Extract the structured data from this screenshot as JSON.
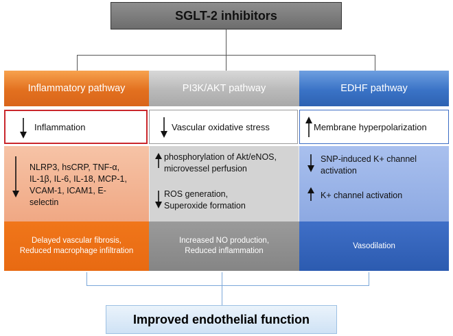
{
  "title": "SGLT-2 inhibitors",
  "pathways": [
    {
      "name": "Inflammatory pathway",
      "effect": "Inflammation",
      "effect_dir": "down",
      "markers": [
        "NLRP3, hsCRP, TNF-α,",
        "IL-1β, IL-6, IL-18, MCP-1,",
        "VCAM-1, ICAM1, E-",
        "selectin"
      ],
      "markers_dir": "down",
      "outcome": [
        "Delayed vascular fibrosis,",
        "Reduced macrophage infiltration"
      ]
    },
    {
      "name": "PI3K/AKT pathway",
      "effect": "Vascular oxidative stress",
      "effect_dir": "down",
      "item1": [
        "phosphorylation of Akt/eNOS,",
        "microvessel perfusion"
      ],
      "item1_dir": "up",
      "item2": [
        "ROS generation,",
        "Superoxide formation"
      ],
      "item2_dir": "down",
      "outcome": [
        "Increased NO production,",
        "Reduced inflammation"
      ]
    },
    {
      "name": "EDHF pathway",
      "effect": "Membrane hyperpolarization",
      "effect_dir": "up",
      "item1": [
        "SNP-induced K+ channel",
        "activation"
      ],
      "item1_dir": "down",
      "item2": [
        "K+ channel activation"
      ],
      "item2_dir": "up",
      "outcome": [
        "Vasodilation"
      ]
    }
  ],
  "final": "Improved endothelial function"
}
